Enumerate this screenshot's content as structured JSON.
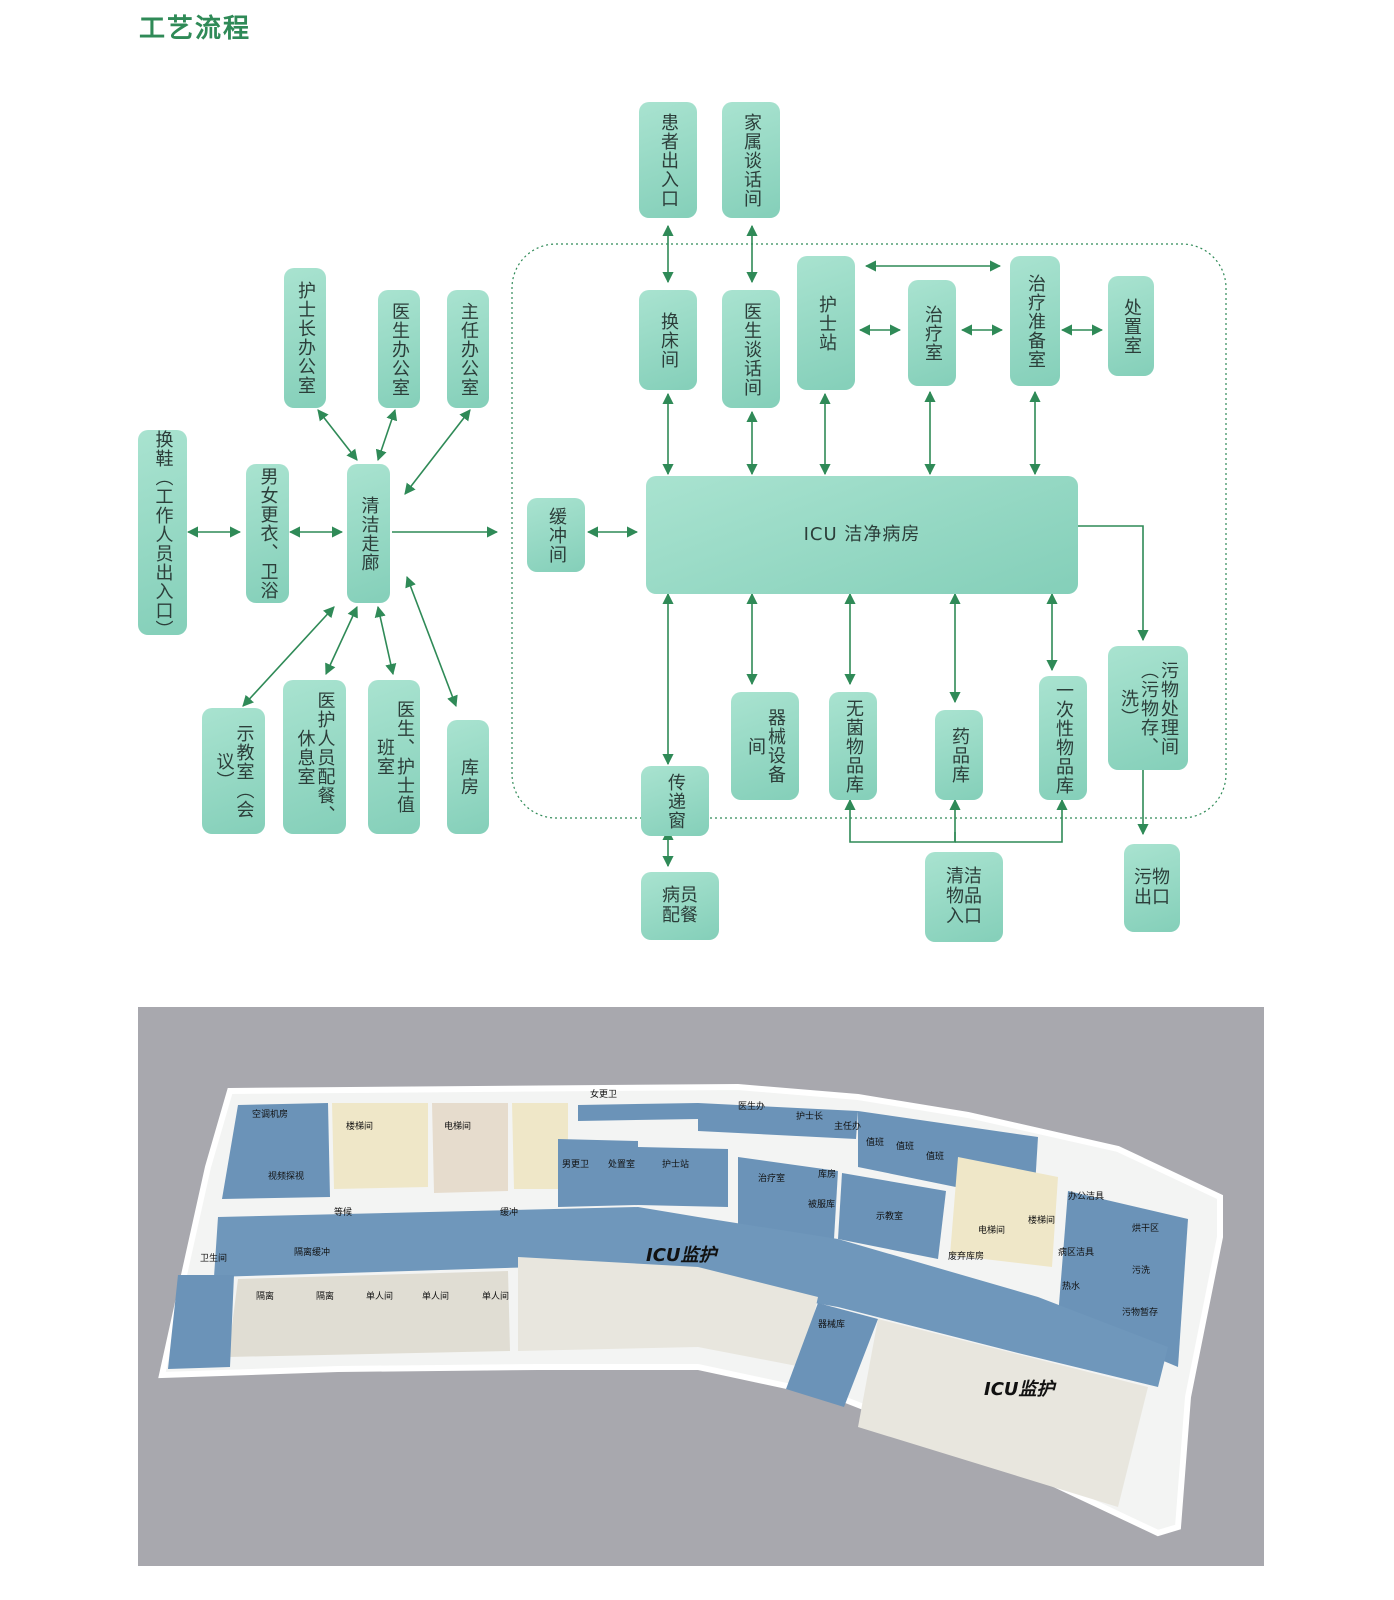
{
  "title": "工艺流程",
  "flow": {
    "nodes": {
      "huanxie": "换鞋（工作人员出入口）",
      "gengyi": "男女更衣、卫浴",
      "qingjie": "清洁走廊",
      "hushizhang": "护士长办公室",
      "yisheng": "医生办公室",
      "zhuren": "主任办公室",
      "shijiao": "示教室（会议）",
      "canyin": "医护人员配餐、休息室",
      "zhiban": "医生、护士值班室",
      "kufang": "库房",
      "huanchong": "缓冲间",
      "icu": "ICU 洁净病房",
      "huanzhe": "患者出入口",
      "jiashu": "家属谈话间",
      "huanchuang": "换床间",
      "tanhua": "医生谈话间",
      "hushizhan": "护士站",
      "zhiliao": "治疗室",
      "zhunbei": "治疗准备室",
      "chuzhi": "处置室",
      "shebei": "器械设备间",
      "wujun": "无菌物品库",
      "yaopin": "药品库",
      "yici": "一次性物品库",
      "wuwu": "污物处理间（污物存、洗）",
      "chuandi": "传递窗",
      "bingyuan": "病员\n配餐",
      "qingjiewupin": "清洁\n物品\n入口",
      "wuwuchu": "污物\n出口"
    }
  },
  "floorplan": {
    "rooms": {
      "kongtiao": "空调机房",
      "louti1": "楼梯间",
      "dianti1": "电梯间",
      "shipin": "视频探视",
      "dengdai": "等候",
      "huanchong": "缓冲",
      "nvgeng": "女更卫",
      "nangeng": "男更卫",
      "chuzhi": "处置室",
      "hushizhan": "护士站",
      "yisheng": "医生办",
      "hushizhang": "护士长",
      "zhuren": "主任办",
      "zhiban1": "值班",
      "zhiban2": "值班",
      "zhiban3": "值班",
      "zhiliao": "治疗室",
      "kufang": "库房",
      "beifu": "被服库",
      "shijiao": "示教室",
      "dianti2": "电梯间",
      "louti2": "楼梯间",
      "bangong": "办公洁具",
      "honggan": "烘干区",
      "feiqi": "废弃库房",
      "bingqu": "病区洁具",
      "reshui": "热水",
      "wuxi": "污洗",
      "wuwu": "污物暂存",
      "weisheng": "卫生间",
      "gelihc": "隔离缓冲",
      "geli1": "隔离",
      "geli2": "隔离",
      "danren1": "单人间",
      "danren2": "单人间",
      "danren3": "单人间",
      "qixie": "器械库",
      "icu1": "ICU监护",
      "icu2": "ICU监护"
    }
  }
}
